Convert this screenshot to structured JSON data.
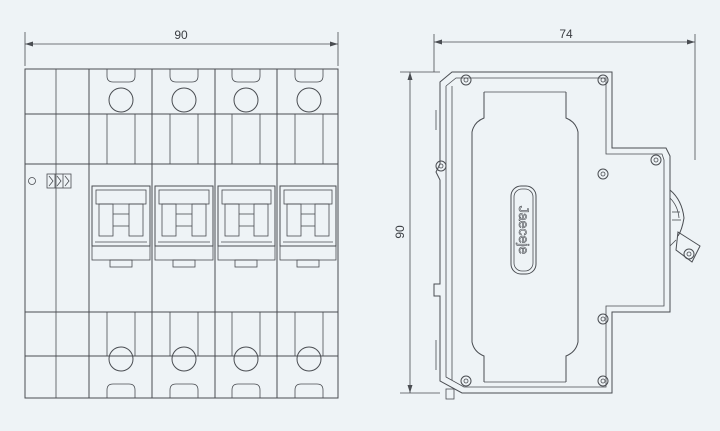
{
  "front_view": {
    "width_dimension": "90"
  },
  "side_view": {
    "depth_dimension": "74",
    "height_dimension": "90",
    "brand_text": "Jaeceje"
  },
  "colors": {
    "background": "#eef3f6",
    "line": "#4a4d52"
  }
}
